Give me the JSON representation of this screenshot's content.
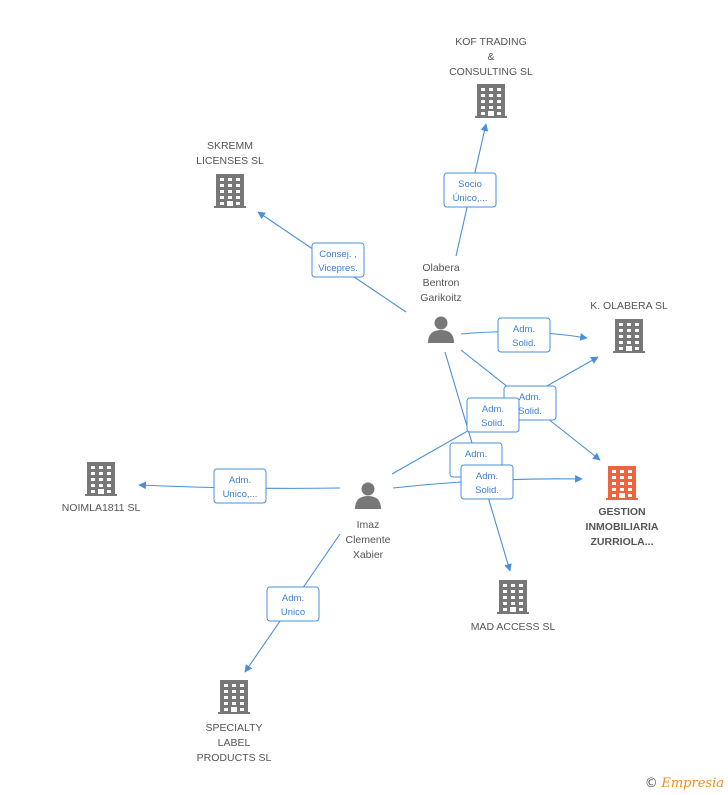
{
  "nodes": [
    {
      "id": "kof",
      "kind": "company",
      "lines": [
        "KOF TRADING",
        "&",
        "CONSULTING SL"
      ]
    },
    {
      "id": "skremm",
      "kind": "company",
      "lines": [
        "SKREMM",
        "LICENSES  SL"
      ]
    },
    {
      "id": "olabera",
      "kind": "person",
      "lines": [
        "Olabera",
        "Bentron",
        "Garikoitz"
      ]
    },
    {
      "id": "kolabera",
      "kind": "company",
      "lines": [
        "K.  OLABERA SL"
      ]
    },
    {
      "id": "noimla",
      "kind": "company",
      "lines": [
        "NOIMLA1811  SL"
      ]
    },
    {
      "id": "imaz",
      "kind": "person",
      "lines": [
        "Imaz",
        "Clemente",
        "Xabier"
      ]
    },
    {
      "id": "gestion",
      "kind": "company-focus",
      "lines": [
        "GESTION",
        "INMOBILIARIA",
        "ZURRIOLA..."
      ]
    },
    {
      "id": "madaccess",
      "kind": "company",
      "lines": [
        "MAD ACCESS SL"
      ]
    },
    {
      "id": "specialty",
      "kind": "company",
      "lines": [
        "SPECIALTY",
        "LABEL",
        "PRODUCTS SL"
      ]
    }
  ],
  "edges": [
    {
      "from": "olabera",
      "to": "kof",
      "lines": [
        "Socio",
        "Único,..."
      ]
    },
    {
      "from": "olabera",
      "to": "skremm",
      "lines": [
        "Consej. ,",
        "Vicepres."
      ]
    },
    {
      "from": "olabera",
      "to": "kolabera",
      "lines": [
        "Adm.",
        "Solid."
      ]
    },
    {
      "from": "olabera",
      "to": "gestion",
      "lines": [
        "Adm.",
        "Solid."
      ]
    },
    {
      "from": "olabera",
      "to": "madaccess",
      "lines": [
        "Adm.",
        "Unico"
      ]
    },
    {
      "from": "imaz",
      "to": "kolabera",
      "lines": [
        "Adm.",
        "Solid."
      ]
    },
    {
      "from": "imaz",
      "to": "gestion",
      "lines": [
        "Adm.",
        "Solid."
      ]
    },
    {
      "from": "imaz",
      "to": "noimla",
      "lines": [
        "Adm.",
        "Unico,..."
      ]
    },
    {
      "from": "imaz",
      "to": "specialty",
      "lines": [
        "Adm.",
        "Unico"
      ]
    }
  ],
  "colors": {
    "edge": "#4a8fd9",
    "icon": "#777777",
    "focus": "#f0643c"
  },
  "footer": {
    "copyright": "©",
    "brand": "Empresia"
  }
}
